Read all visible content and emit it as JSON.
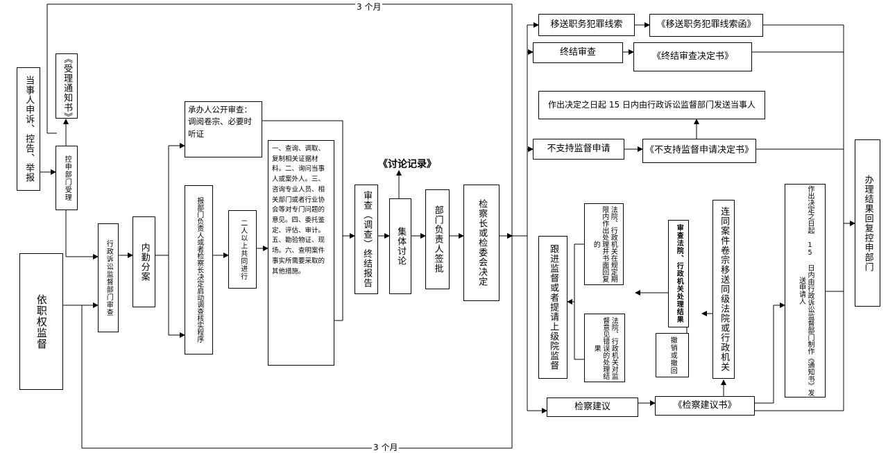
{
  "boxes": {
    "complainant": "当事人申诉、控告、举报",
    "acceptance_notice": "《受理通知书》",
    "complaint_dept": "控申部门受理",
    "by_authority": "依职权监督",
    "admin_dept_review": "行政诉讼监督部门审查",
    "internal_assign": "内勤分案",
    "handler_review": "承办人公开审查：调阅卷宗、必要时听证",
    "report_approval": "报部门负责人或者检察长决定启动调查核实程序",
    "two_persons": "二人以上共同进行",
    "investigation_items": "一、查询、调取、复制相关证据材料。二、询问当事人或案外人。三、咨询专业人员、相关部门或者行业协会等对专门问题的意见。四、委托鉴定、评估、审计。五、勘验物证、现场。六、查明案件事实所需要采取的其他措施。",
    "final_report": "审查（调查）终结报告",
    "discussion_record": "《讨论记录》",
    "collective_discussion": "集体讨论",
    "dept_head_signoff": "部门负责人签批",
    "chief_decision": "检察长或检委会决定",
    "transfer_clue": "移送职务犯罪线索",
    "transfer_letter": "《移送职务犯罪线索函》",
    "terminate_review": "终结审查",
    "terminate_decision": "《终结审查决定书》",
    "send_within_15": "作出决定之日起 15 日内由行政诉讼监督部门发送当事人",
    "not_support": "不支持监督申请",
    "not_support_decision": "《不支持监督申请决定书》",
    "follow_up": "跟进监督或者提请上级院监督",
    "court_agency_feedback": "法院、行政机关在规定期限内作出处理并书面回复的",
    "court_agency_no_feedback": "法院、行政机关对监督意见错误的处理结果",
    "review_results": "审查法院、行政机关处理结果",
    "withdraw": "撤销或撤回",
    "transfer_with_files": "连同案件卷宗移送同级法院或行政机关",
    "notice_sent": "作出决定之日起 15 日内由行政诉讼监督部门制作《通知书》发送申请人",
    "reply_complaint_dept": "办理结果回复控申部门",
    "procuratorial_advice": "检察建议",
    "procuratorial_advice_doc": "《检察建议书》"
  },
  "labels": {
    "three_months_top": "3 个月",
    "three_months_bottom": "3 个月"
  }
}
